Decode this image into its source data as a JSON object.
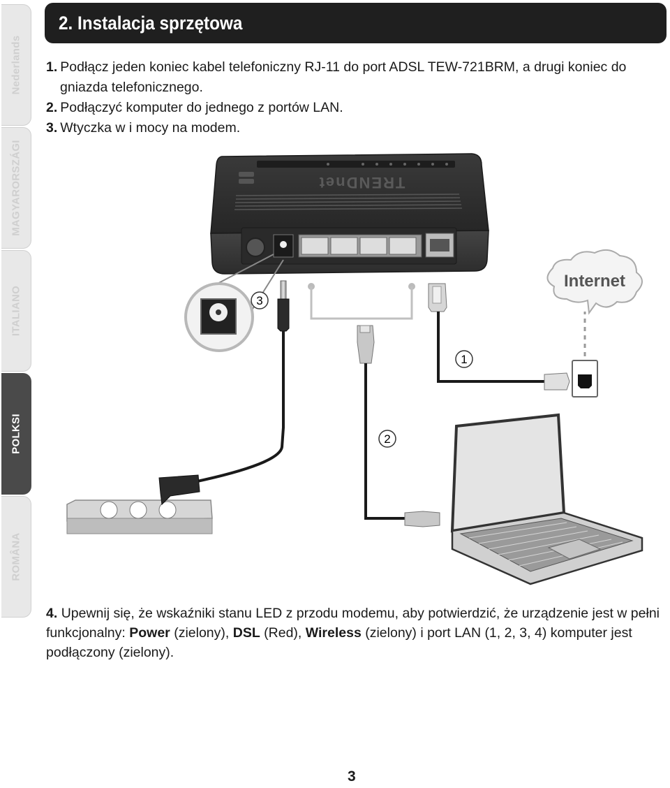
{
  "side_tabs": [
    {
      "label": "Nederlands",
      "active": false
    },
    {
      "label": "MAGYARORSZÁGI",
      "active": false
    },
    {
      "label": "ITALIANO",
      "active": false
    },
    {
      "label": "POLKSI",
      "active": true
    },
    {
      "label": "ROMÂNA",
      "active": false
    }
  ],
  "header": {
    "title": "2. Instalacja sprzętowa"
  },
  "steps": [
    {
      "num": "1.",
      "text_line1": "Podłącz jeden koniec kabel telefoniczny RJ-11 do port ADSL TEW-721BRM, a drugi koniec do",
      "text_line2": "gniazda telefonicznego."
    },
    {
      "num": "2.",
      "text": "Podłączyć komputer do jednego z portów LAN."
    },
    {
      "num": "3.",
      "text": "Wtyczka w i mocy na modem."
    }
  ],
  "diagram": {
    "router_brand": "TRENDnet",
    "cloud_label": "Internet",
    "callouts": [
      "1",
      "2",
      "3"
    ]
  },
  "final_step": {
    "num": "4.",
    "part1": "Upewnij się, że wskaźniki stanu LED z przodu modemu, aby potwierdzić, że urządzenie jest w pełni funkcjonalny: ",
    "power_label": "Power",
    "part2": " (zielony), ",
    "dsl_label": "DSL",
    "part3": " (Red), ",
    "wireless_label": "Wireless",
    "part4": " (zielony) i port LAN (1, 2, 3, 4) komputer jest podłączony (zielony)."
  },
  "page_number": "3"
}
